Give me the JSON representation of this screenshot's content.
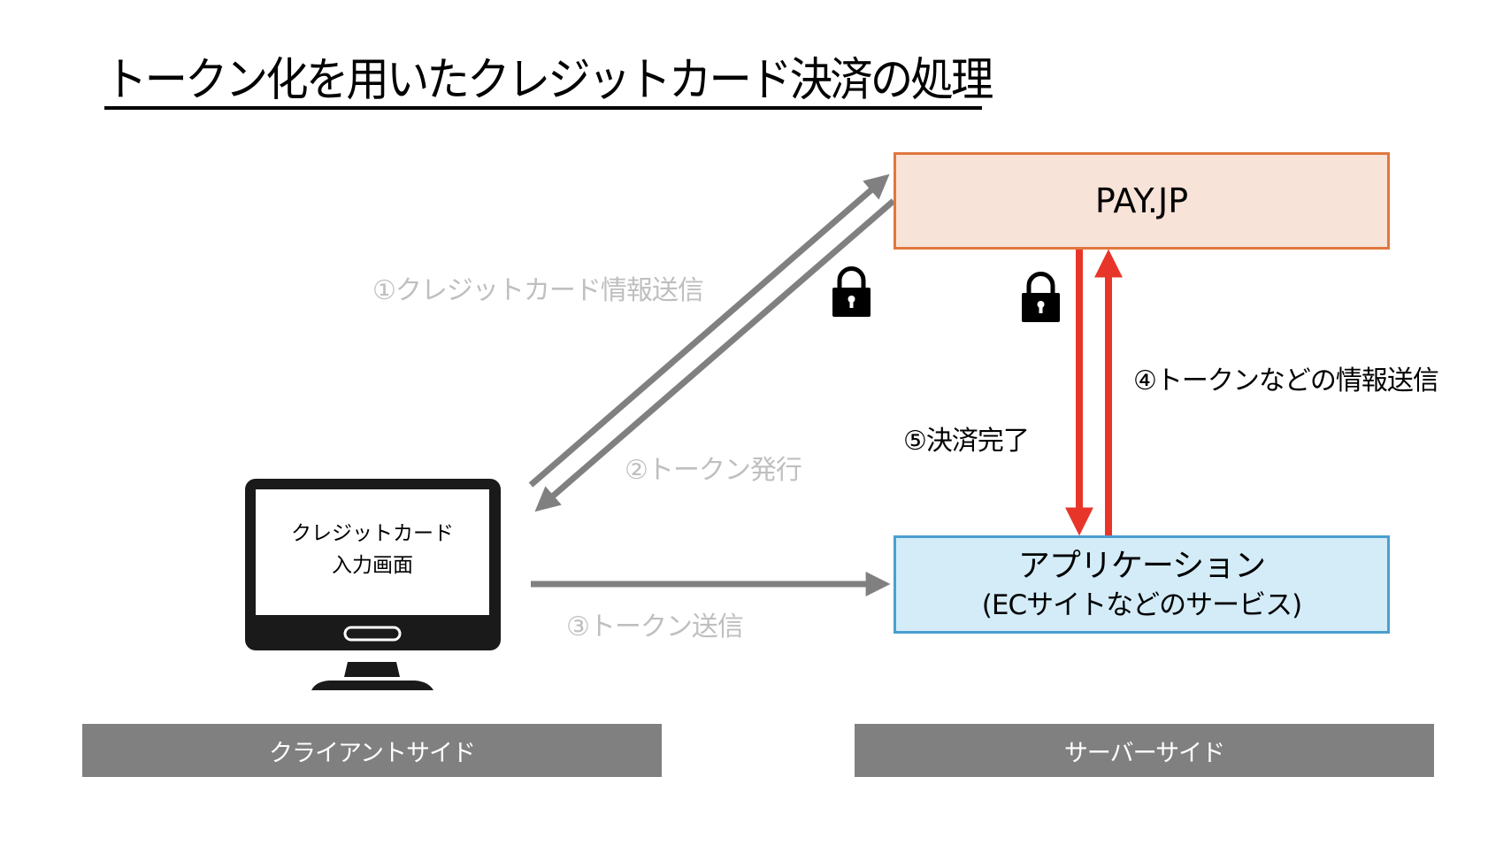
{
  "title": "トークン化を用いたクレジットカード決済の処理",
  "nodes": {
    "payjp": {
      "label": "PAY.JP"
    },
    "application": {
      "line1": "アプリケーション",
      "line2": "(ECサイトなどのサービス)"
    },
    "client_screen": {
      "line1": "クレジットカード",
      "line2": "入力画面"
    }
  },
  "flows": [
    {
      "step": "①",
      "label": "①クレジットカード情報送信",
      "from": "client",
      "to": "payjp",
      "secure": true
    },
    {
      "step": "②",
      "label": "②トークン発行",
      "from": "payjp",
      "to": "client",
      "secure": true
    },
    {
      "step": "③",
      "label": "③トークン送信",
      "from": "client",
      "to": "application",
      "secure": false
    },
    {
      "step": "④",
      "label": "④トークンなどの情報送信",
      "from": "application",
      "to": "payjp",
      "secure": true
    },
    {
      "step": "⑤",
      "label": "⑤決済完了",
      "from": "payjp",
      "to": "application",
      "secure": true
    }
  ],
  "sections": {
    "client": "クライアントサイド",
    "server": "サーバーサイド"
  },
  "icons": {
    "lock": "lock-icon",
    "monitor": "monitor-icon"
  },
  "colors": {
    "payjp_fill": "#F8E3D8",
    "payjp_border": "#E0783F",
    "app_fill": "#D3ECF8",
    "app_border": "#4A9FD0",
    "client_arrows": "#808080",
    "server_arrows": "#E8352A",
    "section_bar": "#808080",
    "muted_label": "#BFBFBF"
  }
}
